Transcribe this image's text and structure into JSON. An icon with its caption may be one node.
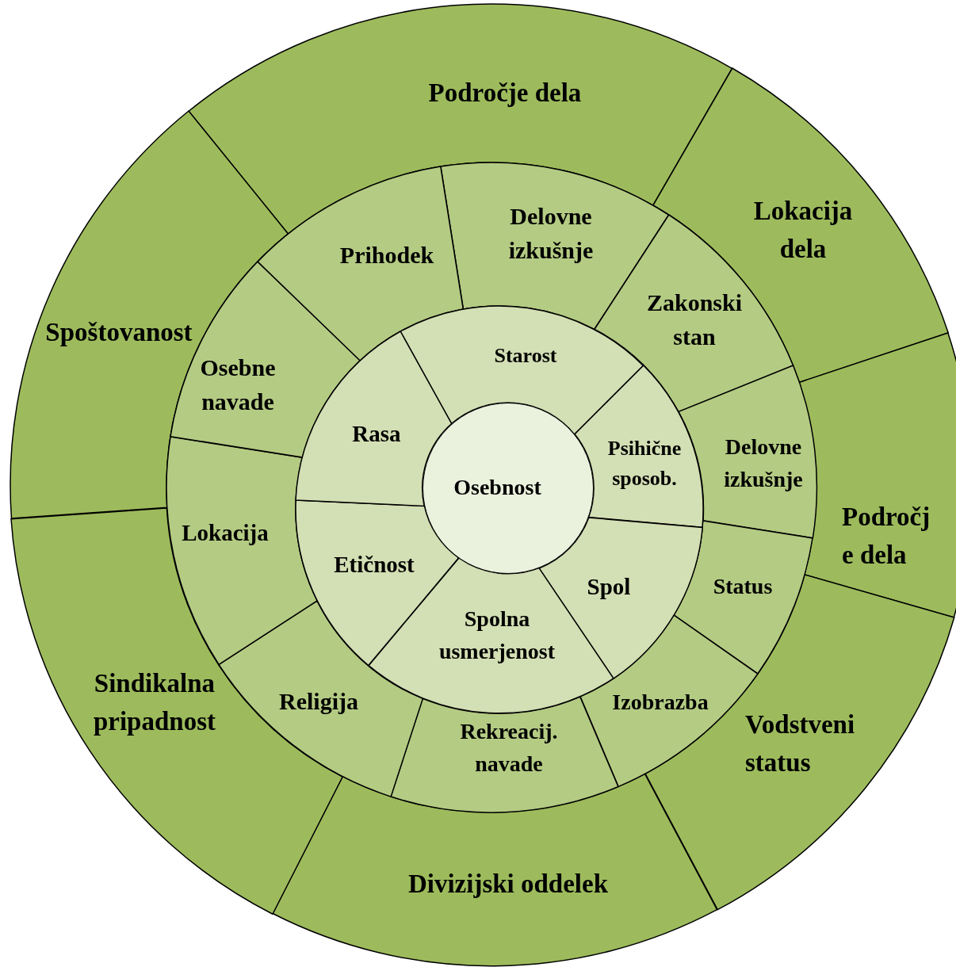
{
  "diagram": {
    "nodes": [
      {
        "text": [
          "Področje dela"
        ]
      },
      {
        "text": [
          "Lokacija dela"
        ]
      },
      {
        "text": [
          "Področj e dela"
        ]
      },
      {
        "text": [
          "Vodstveni status"
        ]
      },
      {
        "text": [
          "Divizijski oddelek"
        ]
      },
      {
        "text": [
          "Sindikalna pripadnost"
        ]
      },
      {
        "text": [
          "Spoštovanost"
        ]
      },
      {
        "text": [
          "Delovne izkušnje"
        ]
      },
      {
        "text": [
          "Zakonski stan"
        ]
      },
      {
        "text": [
          "Delovne izkušnje"
        ]
      },
      {
        "text": [
          "Status"
        ]
      },
      {
        "text": [
          "Izobrazba"
        ]
      },
      {
        "text": [
          "Rekreacij. navade"
        ]
      },
      {
        "text": [
          "Religija"
        ]
      },
      {
        "text": [
          "Lokacija"
        ]
      },
      {
        "text": [
          "Osebne navade"
        ]
      },
      {
        "text": [
          "Prihodek"
        ]
      },
      {
        "text": [
          "Starost"
        ]
      },
      {
        "text": [
          "Psihične sposob."
        ]
      },
      {
        "text": [
          "Spol"
        ]
      },
      {
        "text": [
          "Spolna usmerjenost"
        ]
      },
      {
        "text": [
          "Etičnost"
        ]
      },
      {
        "text": [
          "Rasa"
        ]
      },
      {
        "text": [
          "Osebnost"
        ]
      }
    ]
  }
}
